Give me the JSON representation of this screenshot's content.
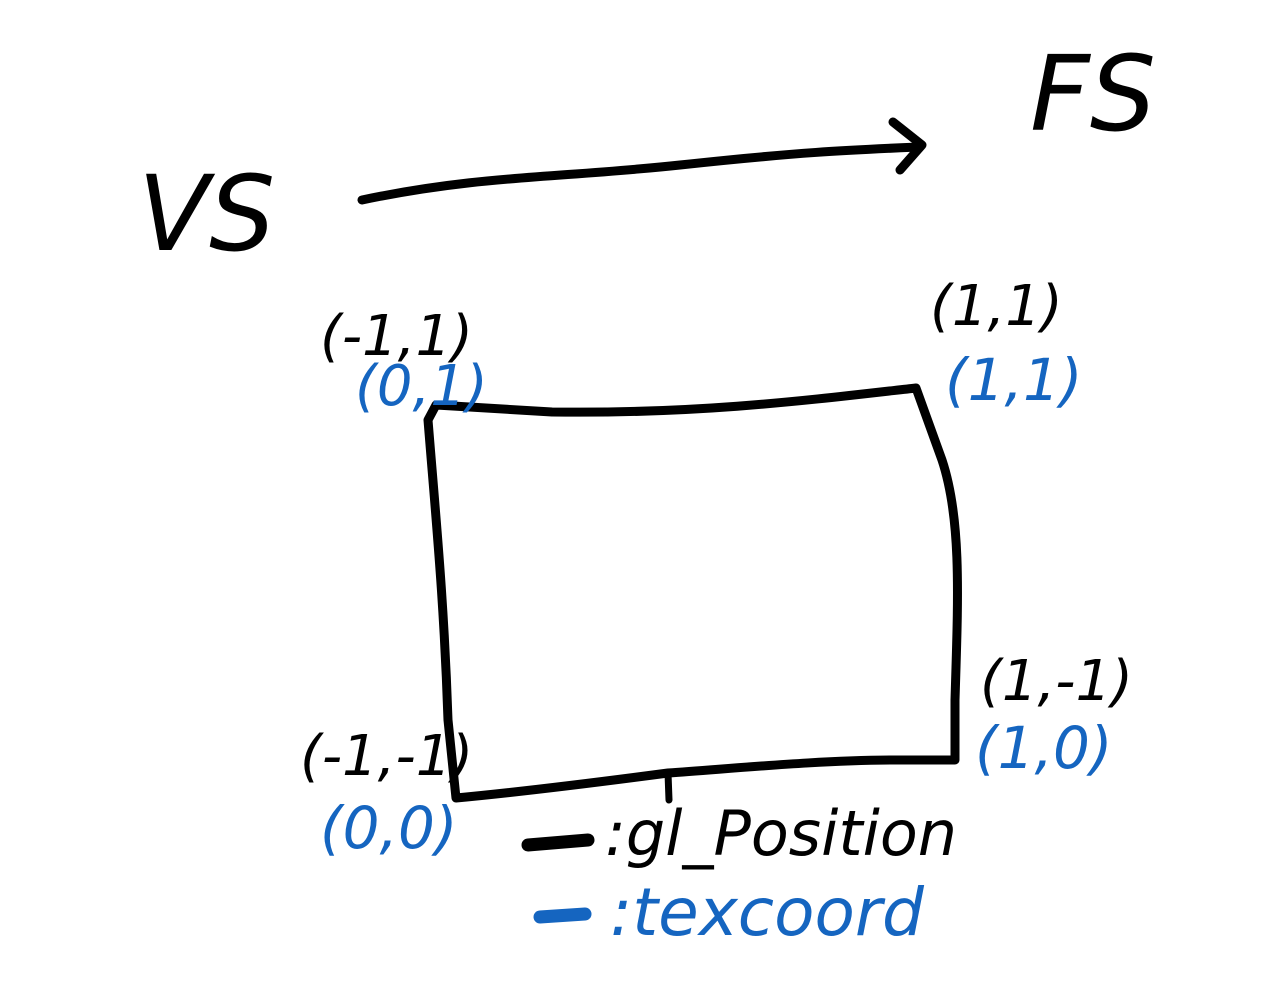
{
  "colors": {
    "position": "#000000",
    "texcoord": "#1565c0",
    "background": "#ffffff"
  },
  "stages": {
    "vertex": "VS",
    "fragment": "FS"
  },
  "corners": {
    "top_left": {
      "position": "(-1,1)",
      "texcoord": "(0,1)"
    },
    "top_right": {
      "position": "(1,1)",
      "texcoord": "(1,1)"
    },
    "bottom_right": {
      "position": "(1,-1)",
      "texcoord": "(1,0)"
    },
    "bottom_left": {
      "position": "(-1,-1)",
      "texcoord": "(0,0)"
    }
  },
  "legend": {
    "position_label": ":gl_Position",
    "texcoord_label": ":texcoord"
  }
}
